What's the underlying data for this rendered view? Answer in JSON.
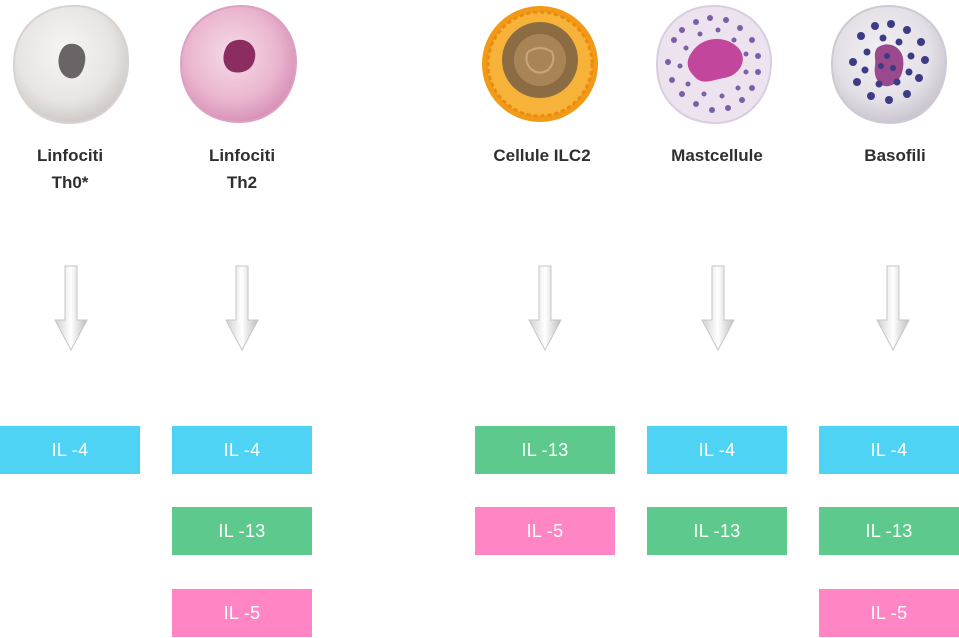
{
  "columns": [
    {
      "label_lines": [
        "Linfociti",
        "Th0*"
      ],
      "cell": "th0-cell",
      "boxes": [
        "IL -4"
      ]
    },
    {
      "label_lines": [
        "Linfociti",
        "Th2"
      ],
      "cell": "th2-cell",
      "boxes": [
        "IL -4",
        "IL -13",
        "IL -5"
      ]
    },
    {
      "label_lines": [
        "Cellule ILC2"
      ],
      "cell": "ilc2-cell",
      "boxes": [
        "IL -13",
        "IL -5"
      ]
    },
    {
      "label_lines": [
        "Mastcellule"
      ],
      "cell": "mastcell",
      "boxes": [
        "IL -4",
        "IL -13"
      ]
    },
    {
      "label_lines": [
        "Basofili"
      ],
      "cell": "basophil-cell",
      "boxes": [
        "IL -4",
        "IL -13",
        "IL -5"
      ]
    }
  ],
  "colors": {
    "IL -4": "#4fd3f5",
    "IL -13": "#5dc98c",
    "IL -5": "#ff85c4"
  }
}
